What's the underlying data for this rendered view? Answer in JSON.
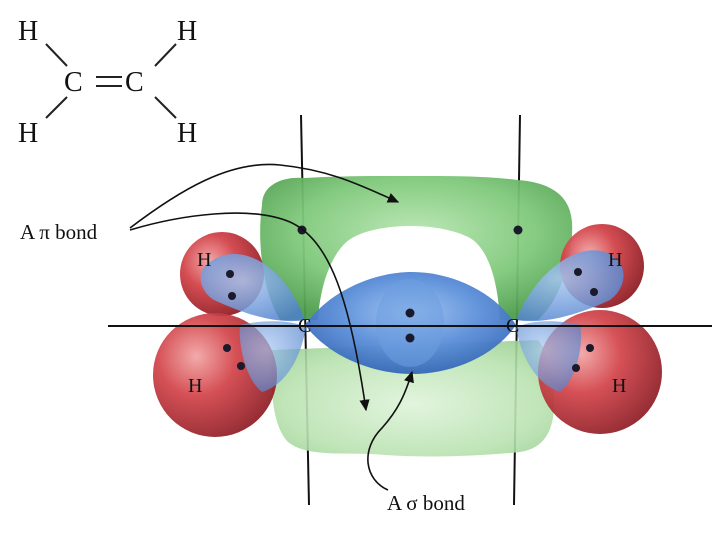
{
  "formula": {
    "h_top_left": "H",
    "h_top_right": "H",
    "c_left": "C",
    "c_right": "C",
    "h_bottom_left": "H",
    "h_bottom_right": "H"
  },
  "orbital_labels": {
    "c_left": "C",
    "c_right": "C",
    "h_upper_left": "H",
    "h_lower_left": "H",
    "h_upper_right": "H",
    "h_lower_right": "H"
  },
  "callouts": {
    "pi_bond": "A π bond",
    "sigma_bond": "A σ bond"
  },
  "colors": {
    "pi_lobe": "#7ec87a",
    "sigma_lobe": "#5b8fd9",
    "hydrogen": "#d2444a",
    "line": "#111111"
  }
}
